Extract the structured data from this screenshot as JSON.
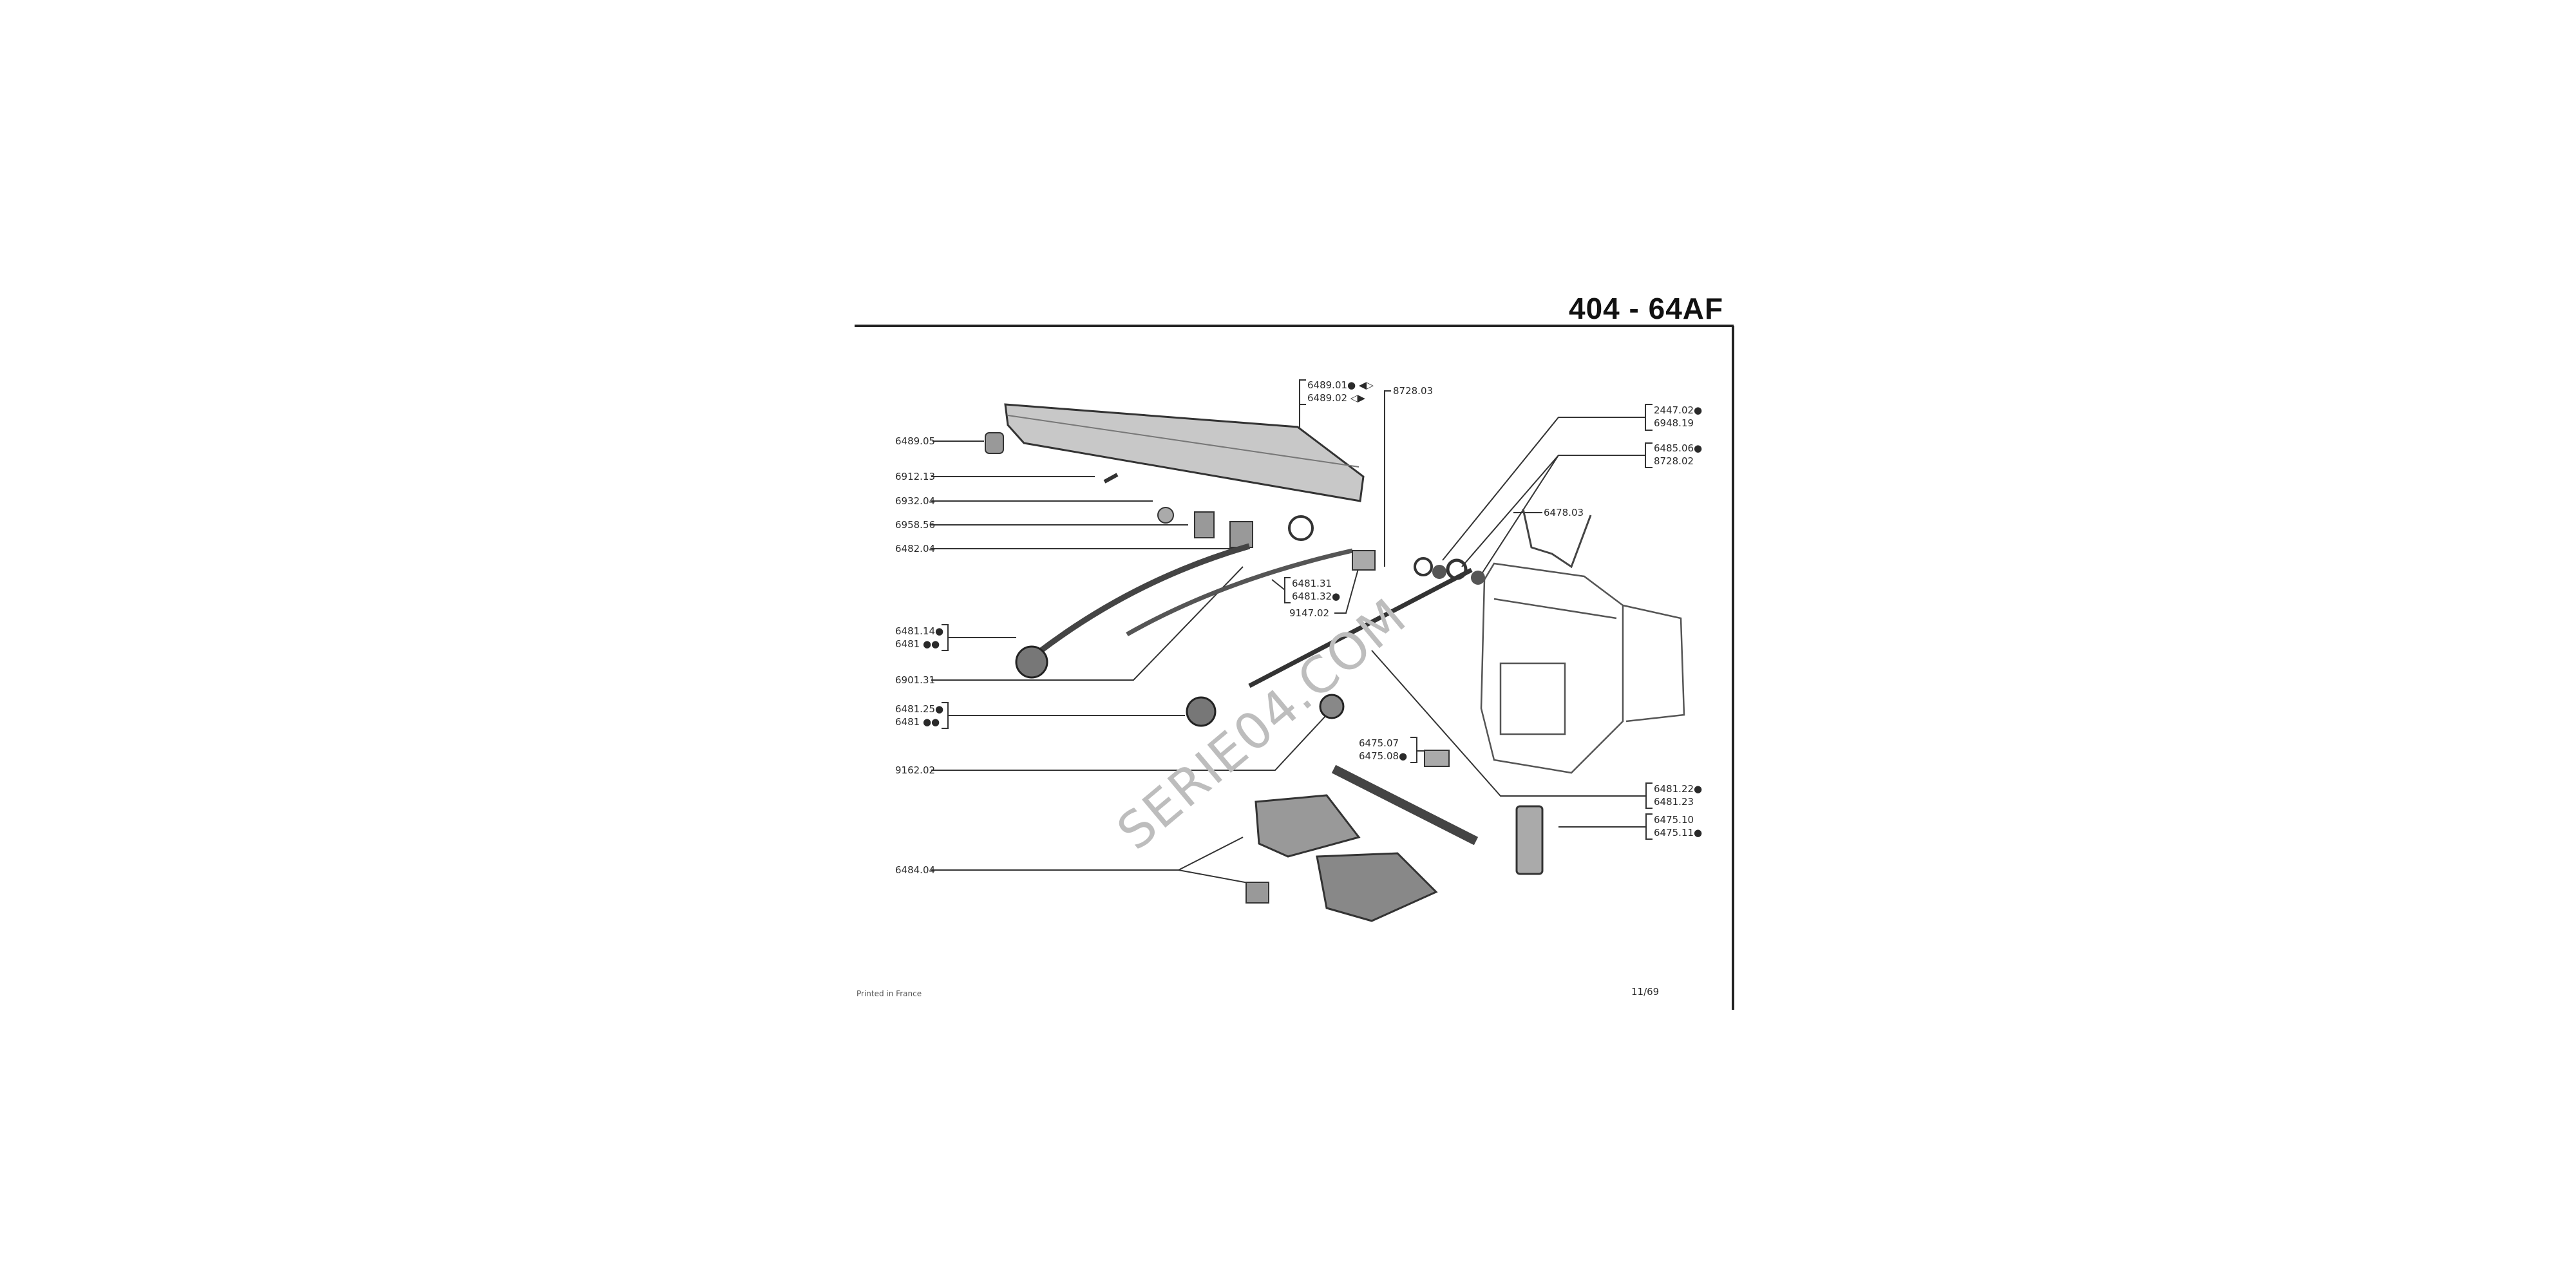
{
  "header": {
    "title": "404 - 64AF"
  },
  "footer": {
    "printed": "Printed in France",
    "page": "11/69"
  },
  "watermark": "SERIE04.COM",
  "callouts_left": {
    "c6489_05": "6489.05",
    "c6912_13": "6912.13",
    "c6932_04": "6932.04",
    "c6958_56": "6958.56",
    "c6482_04": "6482.04",
    "c6481_14": "6481.14●",
    "c6481_a": "6481 ●●",
    "c6901_31": "6901.31",
    "c6481_25": "6481.25●",
    "c6481_b": "6481 ●●",
    "c9162_02": "9162.02",
    "c6484_04": "6484.04"
  },
  "callouts_right": {
    "c6489_01": "6489.01● ◀▷",
    "c6489_02": "6489.02 ◁▶",
    "c8728_03": "8728.03",
    "c2447_02": "2447.02●",
    "c6948_19": "6948.19",
    "c6485_06": "6485.06●",
    "c8728_02": "8728.02",
    "c6478_03": "6478.03",
    "c6481_31": "6481.31",
    "c6481_32": "6481.32●",
    "c9147_02": "9147.02",
    "c6475_07": "6475.07",
    "c6475_08": "6475.08●",
    "c6481_22": "6481.22●",
    "c6481_23": "6481.23",
    "c6475_10": "6475.10",
    "c6475_11": "6475.11●"
  }
}
